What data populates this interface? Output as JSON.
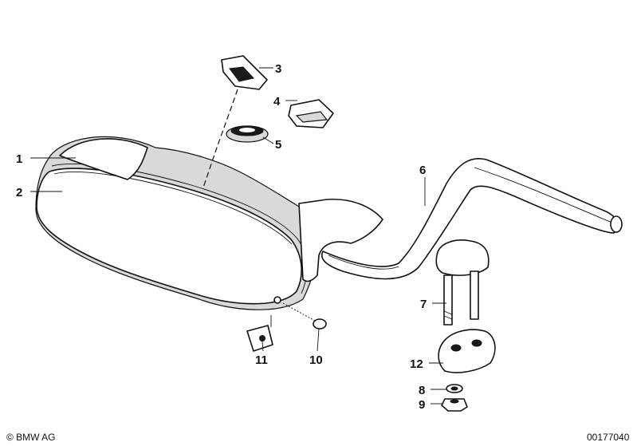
{
  "callouts": {
    "c1": "1",
    "c2": "2",
    "c3": "3",
    "c4": "4",
    "c5": "5",
    "c6": "6",
    "c7": "7",
    "c8": "8",
    "c9": "9",
    "c10": "10",
    "c11": "11",
    "c12": "12"
  },
  "footer": {
    "copyright": "© BMW AG",
    "diagram_number": "00177040"
  },
  "colors": {
    "ink": "#111111",
    "shading": "#d9d9d9",
    "background": "#ffffff"
  }
}
